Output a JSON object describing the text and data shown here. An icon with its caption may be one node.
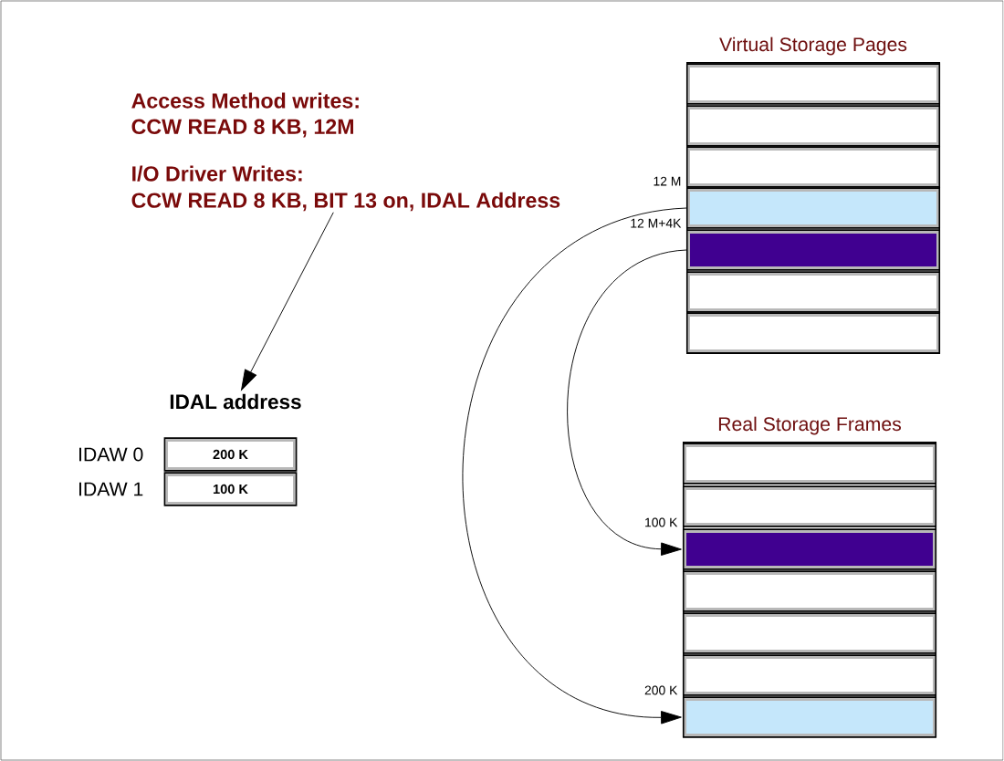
{
  "diagram": {
    "nodes": [
      {
        "text": [
          "Virtual Storage Pages"
        ]
      },
      {
        "text": [],
        "shape": "box",
        "in": 0
      },
      {
        "text": [],
        "shape": "box",
        "in": 0
      },
      {
        "text": [],
        "shape": "box",
        "in": 0
      },
      {
        "text": [],
        "shape": "box",
        "in": 0,
        "beside": [
          "12 M"
        ]
      },
      {
        "text": [],
        "shape": "box",
        "in": 0,
        "beside": [
          "12 M+4K"
        ]
      },
      {
        "text": [],
        "shape": "box",
        "in": 0
      },
      {
        "text": [],
        "shape": "box",
        "in": 0
      },
      {
        "text": [
          "Real Storage Frames"
        ]
      },
      {
        "text": [],
        "shape": "box",
        "in": 8
      },
      {
        "text": [],
        "shape": "box",
        "in": 8
      },
      {
        "text": [],
        "shape": "box",
        "in": 8,
        "beside": [
          "100 K"
        ]
      },
      {
        "text": [],
        "shape": "box",
        "in": 8
      },
      {
        "text": [],
        "shape": "box",
        "in": 8
      },
      {
        "text": [],
        "shape": "box",
        "in": 8
      },
      {
        "text": [],
        "shape": "box",
        "in": 8,
        "beside": [
          "200 K"
        ]
      },
      {
        "text": [
          "I/O Driver Writes:",
          "CCW READ 8 KB, BIT 13 on, IDAL Address"
        ]
      },
      {
        "text": [
          "IDAL address"
        ]
      },
      {
        "text": [
          "200 K"
        ],
        "beside": [
          "IDAW 0"
        ]
      },
      {
        "text": [
          "100 K"
        ],
        "beside": [
          "IDAW 1"
        ]
      }
    ],
    "edges": [
      {
        "from": 4,
        "to": 15,
        "arrow": "to"
      },
      {
        "from": 5,
        "to": 11,
        "arrow": "to"
      },
      {
        "from": 16,
        "to": 17,
        "arrow": "to"
      }
    ],
    "labels": [
      "Access Method writes:",
      "CCW READ 8 KB, 12M"
    ]
  }
}
